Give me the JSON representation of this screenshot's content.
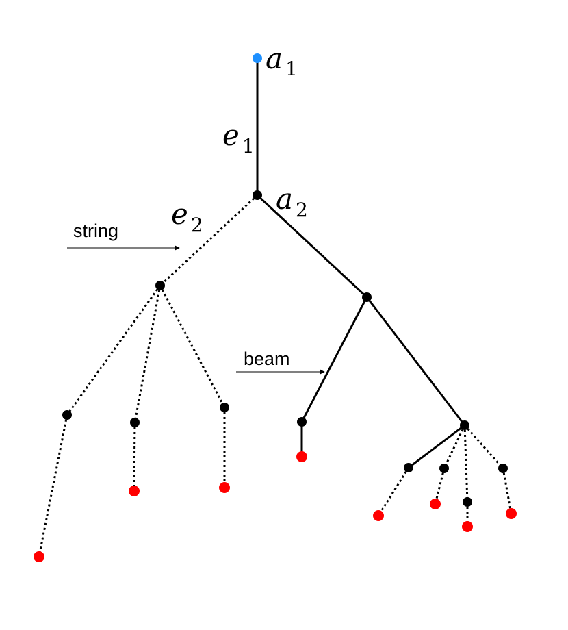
{
  "labels": {
    "a1": {
      "main": "a",
      "sub": "1"
    },
    "a2": {
      "main": "a",
      "sub": "2"
    },
    "e1": {
      "main": "e",
      "sub": "1"
    },
    "e2": {
      "main": "e",
      "sub": "2"
    },
    "string": "string",
    "beam": "beam"
  },
  "colors": {
    "root_node": "#1e90ff",
    "leaf_node": "#ff0000",
    "internal_node": "#000000",
    "edge": "#000000"
  },
  "legend_edge_types": {
    "solid": "beam",
    "dotted": "string"
  }
}
